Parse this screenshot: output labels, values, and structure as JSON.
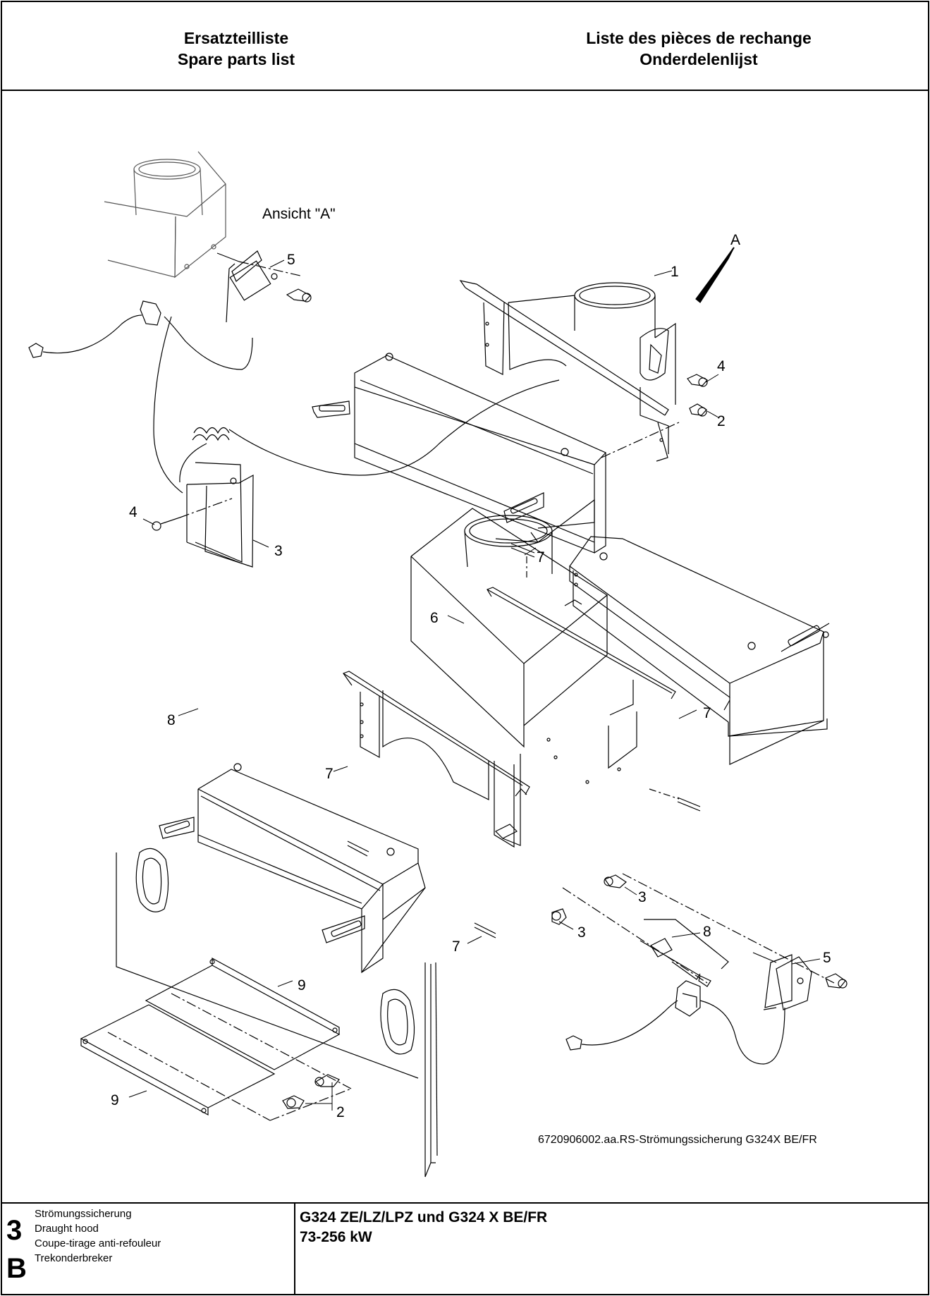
{
  "header": {
    "left_line1": "Ersatzteilliste",
    "left_line2": "Spare parts list",
    "right_line1": "Liste des pièces de rechange",
    "right_line2": "Onderdelenlijst"
  },
  "drawing": {
    "view_label": "Ansicht  \"A\"",
    "arrow_label": "A",
    "figure_caption": "6720906002.aa.RS-Strömungssicherung G324X BE/FR",
    "callouts": {
      "c1": "1",
      "c2a": "2",
      "c2b": "2",
      "c3a": "3",
      "c3b": "3",
      "c3c": "3",
      "c4a": "4",
      "c4b": "4",
      "c5a": "5",
      "c5b": "5",
      "c6": "6",
      "c7a": "7",
      "c7b": "7",
      "c7c": "7",
      "c7d": "7",
      "c8a": "8",
      "c8b": "8",
      "c9a": "9",
      "c9b": "9"
    }
  },
  "footer": {
    "section_number": "3",
    "section_letter": "B",
    "names": [
      "Strömungssicherung",
      "Draught hood",
      "Coupe-tirage anti-refouleur",
      "Trekonderbreker"
    ],
    "model_line1": "G324 ZE/LZ/LPZ und G324 X BE/FR",
    "model_line2": "73-256 kW"
  }
}
